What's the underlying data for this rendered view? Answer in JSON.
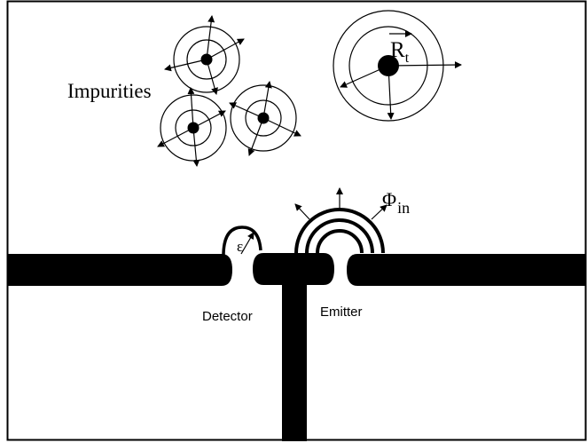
{
  "labels": {
    "impurities": "Impurities",
    "detector": "Detector",
    "emitter": "Emitter",
    "epsilon": "ε",
    "rt_main": "R",
    "rt_sub": "t",
    "phi_main": "Φ",
    "phi_sub": "in"
  },
  "colors": {
    "stroke": "#000000",
    "background": "#ffffff"
  }
}
